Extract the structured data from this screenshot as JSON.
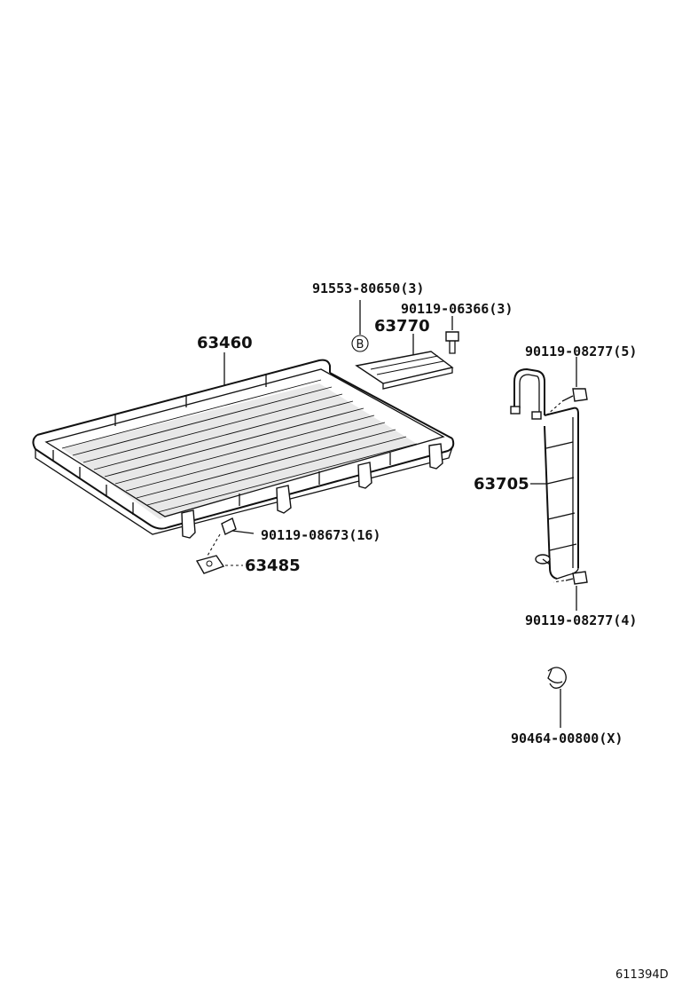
{
  "parts": {
    "roof_rack": {
      "number": "63460"
    },
    "bracket": {
      "number": "63770"
    },
    "ladder": {
      "number": "63705"
    },
    "rack_nut": {
      "number": "63485"
    },
    "bracket_bolt": {
      "number": "90119-06366(3)"
    },
    "bracket_rivet": {
      "number": "91553-80650(3)",
      "marker": "B"
    },
    "rack_bolt": {
      "number": "90119-08673(16)"
    },
    "ladder_bolt_upper": {
      "number": "90119-08277(5)"
    },
    "ladder_bolt_lower": {
      "number": "90119-08277(4)"
    },
    "clip": {
      "number": "90464-00800(X)"
    }
  },
  "diagram_code": "611394D"
}
